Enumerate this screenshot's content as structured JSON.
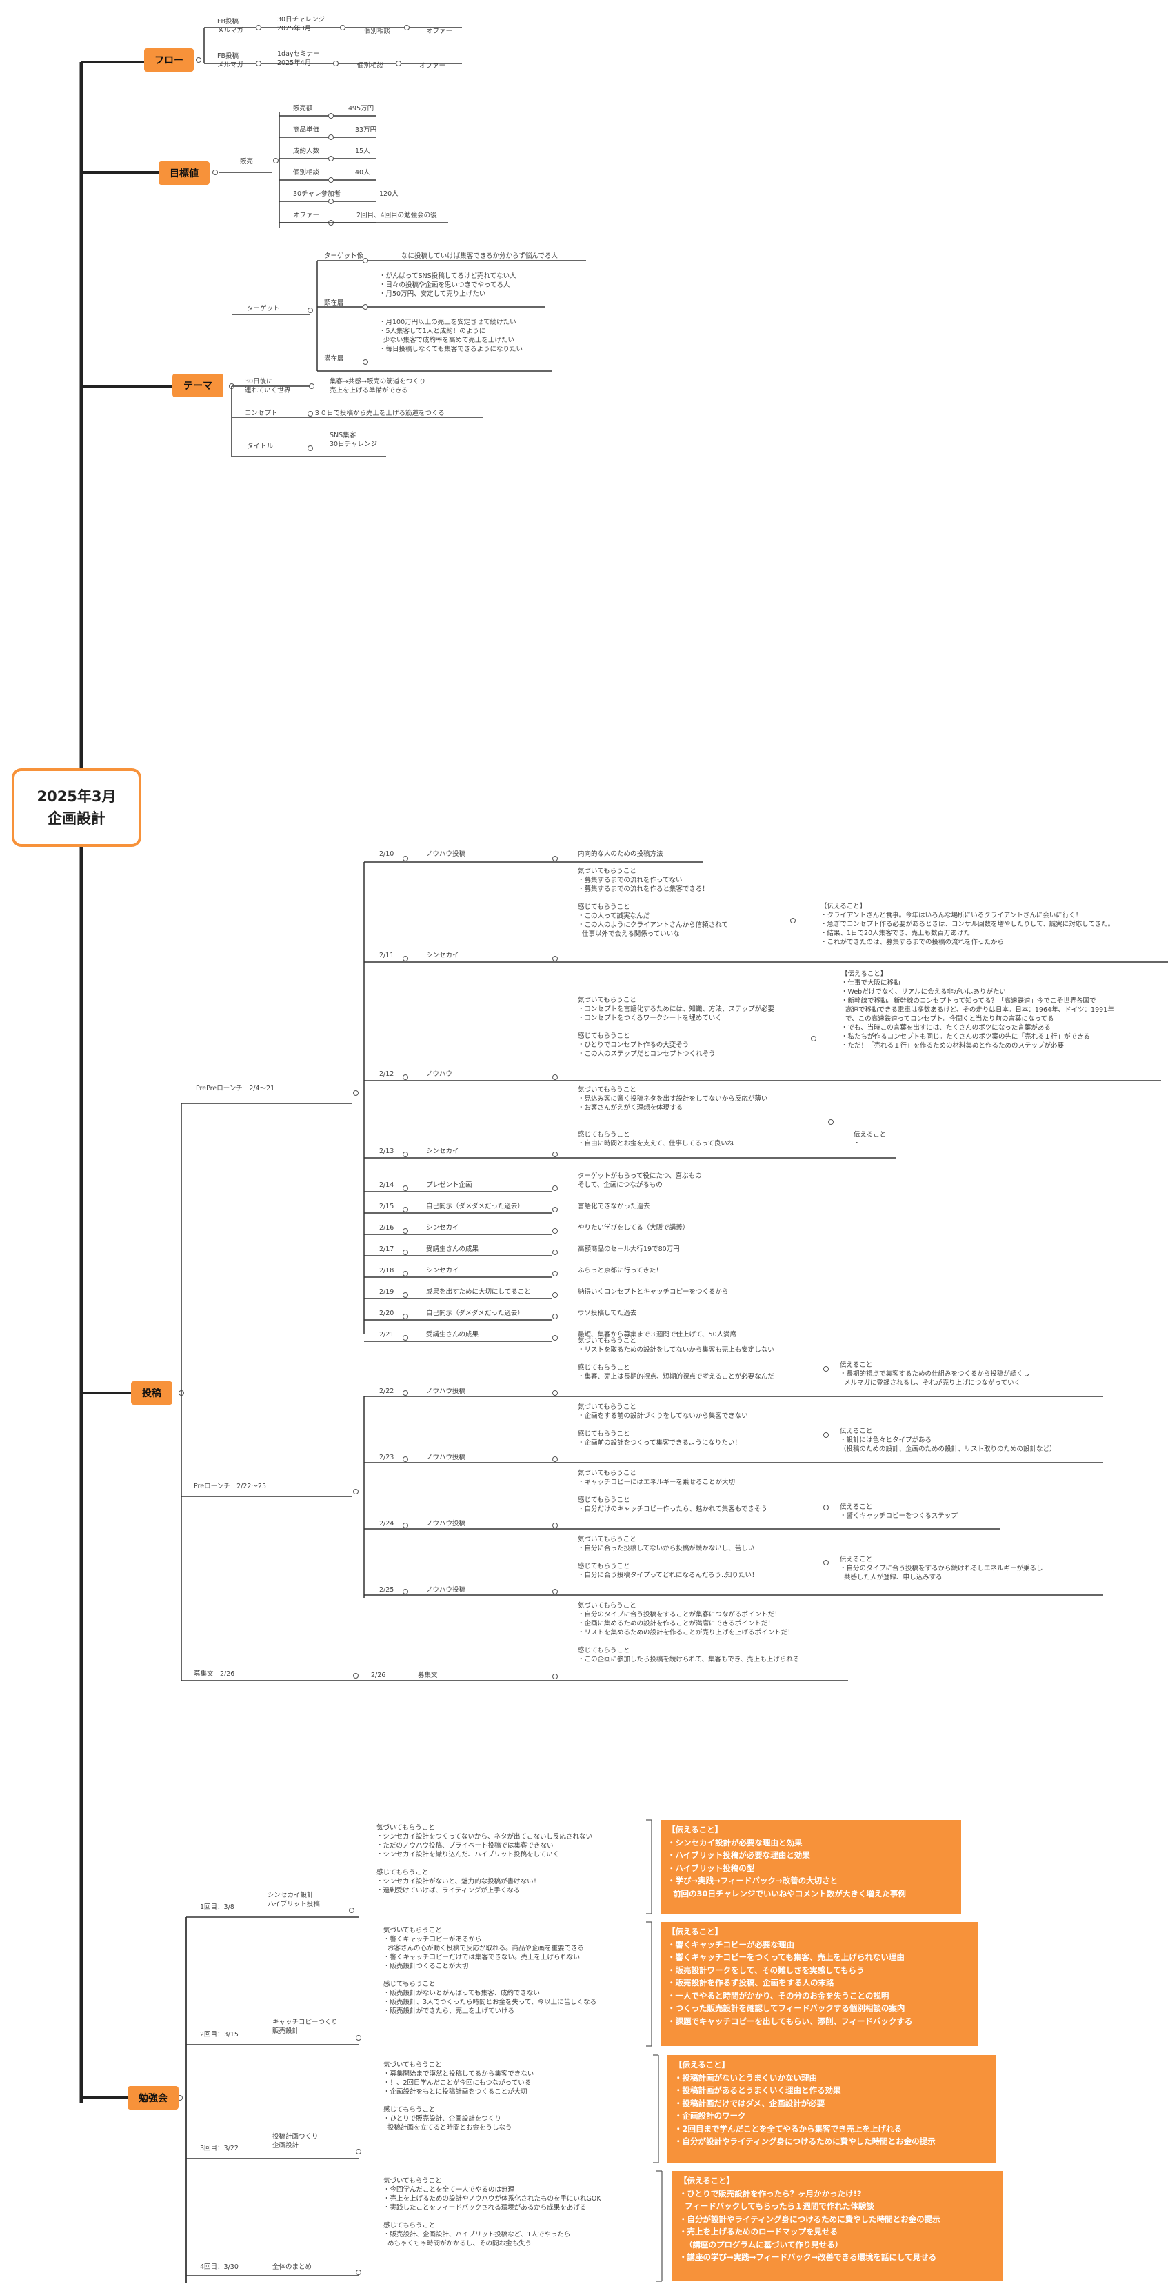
{
  "root": {
    "line1": "2025年3月",
    "line2": "企画設計"
  },
  "topics": {
    "flow": "フロー",
    "goal": "目標値",
    "theme": "テーマ",
    "post": "投稿",
    "study": "勉強会"
  },
  "flow": {
    "r1": {
      "a": "FB投稿\nメルマガ",
      "b": "30日チャレンジ\n2025年3月",
      "c": "個別相談",
      "d": "オファー"
    },
    "r2": {
      "a": "FB投稿\nメルマガ",
      "b": "1dayセミナー\n2025年4月",
      "c": "個別相談",
      "d": "オファー"
    }
  },
  "goal": {
    "sales": "販売",
    "items": [
      {
        "k": "販売額",
        "v": "495万円"
      },
      {
        "k": "商品単価",
        "v": "33万円"
      },
      {
        "k": "成約人数",
        "v": "15人"
      },
      {
        "k": "個別相談",
        "v": "40人"
      },
      {
        "k": "30チャレ参加者",
        "v": "120人"
      },
      {
        "k": "オファー",
        "v": "2回目、4回目の勉強会の後"
      }
    ]
  },
  "theme": {
    "target": "ターゲット",
    "persona": "ターゲット像",
    "persona_text": "なに投稿していけば集客できるか分からず悩んでる人",
    "visible": "顕在層",
    "visible_text": "・がんばってSNS投稿してるけど売れてない人\n・日々の投稿や企画を思いつきでやってる人\n・月50万円、安定して売り上げたい",
    "latent": "潜在層",
    "latent_text": "・月100万円以上の売上を安定させて続けたい\n・5人集客して1人と成約！のように\n  少ない集客で成約率を高めて売上を上げたい\n・毎日投稿しなくても集客できるようになりたい",
    "world": "30日後に\n連れていく世界",
    "world_text": "集客→共感→販売の筋道をつくり\n売上を上げる準備ができる",
    "concept": "コンセプト",
    "concept_text": "３０日で投稿から売上を上げる筋道をつくる",
    "title": "タイトル",
    "title_text": "SNS集客\n30日チャレンジ"
  },
  "post": {
    "prepre": "PrePreローンチ　2/4〜21",
    "pre": "Preローンチ　2/22〜25",
    "recruit": "募集文　2/26",
    "d210": {
      "date": "2/10",
      "type": "ノウハウ投稿",
      "text": "内向的な人のための投稿方法"
    },
    "d211": {
      "date": "2/11",
      "type": "シンセカイ",
      "text": "気づいてもらうこと\n・募集するまでの流れを作ってない\n・募集するまでの流れを作ると集客できる！\n\n感じてもらうこと\n・この人って誠実なんだ\n・この人のようにクライアントさんから信頼されて\n  仕事以外で会える関係っていいな",
      "tell": "【伝えること】\n・クライアントさんと食事。今年はいろんな場所にいるクライアントさんに会いに行く！\n・急ぎでコンセプト作る必要があるときは、コンサル回数を増やしたりして、誠実に対応してきた。\n・結果、1日で20人集客でき、売上も数百万あげた\n・これができたのは、募集するまでの投稿の流れを作ったから"
    },
    "d212": {
      "date": "2/12",
      "type": "ノウハウ",
      "text": "気づいてもらうこと\n・コンセプトを言語化するためには、知識、方法、ステップが必要\n・コンセプトをつくるワークシートを埋めていく\n\n感じてもらうこと\n・ひとりでコンセプト作るの大変そう\n・この人のステップだとコンセプトつくれそう",
      "tell": "【伝えること】\n・仕事で大阪に移動\n・Webだけでなく、リアルに会える非がいはありがたい\n・新幹線で移動。新幹線のコンセプトって知ってる？「高速鉄道」今でこそ世界各国で\n  高速で移動できる電車は多数あるけど、その走りは日本。日本：1964年、ドイツ：1991年\n  で、この高速鉄道ってコンセプト。今聞くと当たり前の言葉になってる\n・でも、当時この言葉を出すには、たくさんのボツになった言葉がある\n・私たちが作るコンセプトも同じ。たくさんのボツ案の先に「売れる１行」ができる\n・ただ！「売れる１行」を作るための材料集めと作るためのステップが必要"
    },
    "d213": {
      "date": "2/13",
      "type": "シンセカイ",
      "text": "気づいてもらうこと\n・見込み客に響く投稿ネタを出す設計をしてないから反応が薄い\n・お客さんがえがく理想を体現する\n\n\n感じてもらうこと\n・自由に時間とお金を支えて、仕事してるって良いね",
      "tell": "伝えること\n・"
    },
    "short": [
      {
        "date": "2/14",
        "type": "プレゼント企画",
        "text": "ターゲットがもらって役にたつ、喜ぶもの\nそして、企画につながるもの"
      },
      {
        "date": "2/15",
        "type": "自己開示（ダメダメだった過去）",
        "text": "言語化できなかった過去"
      },
      {
        "date": "2/16",
        "type": "シンセカイ",
        "text": "やりたい学びをしてる（大阪で講義）"
      },
      {
        "date": "2/17",
        "type": "受講生さんの成果",
        "text": "高額商品のセール大行19で80万円"
      },
      {
        "date": "2/18",
        "type": "シンセカイ",
        "text": "ふらっと京都に行ってきた！"
      },
      {
        "date": "2/19",
        "type": "成果を出すために大切にしてること",
        "text": "納得いくコンセプトとキャッチコピーをつくるから"
      },
      {
        "date": "2/20",
        "type": "自己開示（ダメダメだった過去）",
        "text": "ウソ投稿してた過去"
      },
      {
        "date": "2/21",
        "type": "受講生さんの成果",
        "text": "最短、集客から募集まで３週間で仕上げて、50人満席"
      }
    ],
    "d222": {
      "date": "2/22",
      "type": "ノウハウ投稿",
      "text": "気づいてもらうこと\n・リストを取るための設計をしてないから集客も売上も安定しない\n\n感じてもらうこと\n・集客、売上は長期的視点、短期的視点で考えることが必要なんだ",
      "tell": "伝えること\n・長期的視点で集客するための仕組みをつくるから投稿が続くし\n  メルマガに登録されるし、それが売り上げにつながっていく"
    },
    "d223": {
      "date": "2/23",
      "type": "ノウハウ投稿",
      "text": "気づいてもらうこと\n・企画をする前の設計づくりをしてないから集客できない\n\n感じてもらうこと\n・企画前の設計をつくって集客できるようになりたい！",
      "tell": "伝えること\n・設計には色々とタイプがある\n（投稿のための設計、企画のための設計、リスト取りのための設計など）"
    },
    "d224": {
      "date": "2/24",
      "type": "ノウハウ投稿",
      "text": "気づいてもらうこと\n・キャッチコピーにはエネルギーを乗せることが大切\n\n感じてもらうこと\n・自分だけのキャッチコピー作ったら、魅かれて集客もできそう",
      "tell": "伝えること\n・響くキャッチコピーをつくるステップ"
    },
    "d225": {
      "date": "2/25",
      "type": "ノウハウ投稿",
      "text": "気づいてもらうこと\n・自分に合った投稿してないから投稿が続かないし、苦しい\n\n感じてもらうこと\n・自分に合う投稿タイプってどれになるんだろう..知りたい！",
      "tell": "伝えること\n・自分のタイプに合う投稿をするから続けれるしエネルギーが乗るし\n  共感した人が登録、申し込みする"
    },
    "d226": {
      "date": "2/26",
      "type": "募集文",
      "text": "気づいてもらうこと\n・自分のタイプに合う投稿をすることが集客につながるポイントだ！\n・企画に集めるための設計を作ることが満席にできるポイントだ！\n・リストを集めるための設計を作ることが売り上げを上げるポイントだ！\n\n感じてもらうこと\n・この企画に参加したら投稿を続けられて、集客もでき、売上も上げられる"
    }
  },
  "study": {
    "s1": {
      "label": "1回目：3/8",
      "topic": "シンセカイ設計\nハイブリット投稿",
      "text": "気づいてもらうこと\n・シンセカイ設計をつくってないから、ネタが出てこないし反応されない\n・ただのノウハウ投稿、プライベート投稿では集客できない\n・シンセカイ設計を織り込んだ、ハイブリット投稿をしていく\n\n感じてもらうこと\n・シンセカイ設計がないと、魅力的な投稿が書けない！\n・過剰受けていけば、ライティングが上手くなる",
      "tell": "【伝えること】\n・シンセカイ設計が必要な理由と効果\n・ハイブリット投稿が必要な理由と効果\n・ハイブリット投稿の型\n・学び→実践→フィードバック→改善の大切さと\n  前回の30日チャレンジでいいねやコメント数が大きく増えた事例"
    },
    "s2": {
      "label": "2回目：3/15",
      "topic": "キャッチコピーつくり\n販売設計",
      "text": "気づいてもらうこと\n・響くキャッチコピーがあるから\n  お客さんの心が動く投稿で反応が取れる。商品や企画を重要できる\n・響くキャッチコピーだけでは集客できない。売上を上げられない\n・販売設計つくることが大切\n\n感じてもらうこと\n・販売設計がないとがんばっても集客、成約できない\n・販売設計、3人でつくったら時間とお金を失って、今以上に苦しくなる\n・販売設計ができたら、売上を上げていける",
      "tell": "【伝えること】\n・響くキャッチコピーが必要な理由\n・響くキャッチコピーをつくっても集客、売上を上げられない理由\n・販売設計ワークをして、その難しさを実感してもらう\n・販売設計を作るず投稿、企画をする人の末路\n・一人でやると時間がかかり、その分のお金を失うことの説明\n・つくった販売設計を確認してフィードバックする個別相談の案内\n・課題でキャッチコピーを出してもらい、添削、フィードバックする"
    },
    "s3": {
      "label": "3回目：3/22",
      "topic": "投稿計画つくり\n企画設計",
      "text": "気づいてもらうこと\n・募集開始まで漠然と投稿してるから集客できない\n・！、2回目学んだことが今回にもつながっている\n・企画設計をもとに投稿計画をつくることが大切\n\n感じてもらうこと\n・ひとりで販売設計、企画設計をつくり\n  投稿計画を立てると時間とお金をうしなう",
      "tell": "【伝えること】\n・投稿計画がないとうまくいかない理由\n・投稿計画があるとうまくいく理由と作る効果\n・投稿計画だけではダメ、企画設計が必要\n・企画設計のワーク\n・2回目まで学んだことを全てやるから集客でき売上を上げれる\n・自分が設計やライティング身につけるために費やした時間とお金の提示"
    },
    "s4": {
      "label": "4回目：3/30",
      "topic": "全体のまとめ",
      "text": "気づいてもらうこと\n・今回学んだことを全て一人でやるのは無理\n・売上を上げるための設計やノウハウが体系化されたものを手にいれGOK\n・実践したことをフィードバックされる環境があるから成果をあげる\n\n感じてもらうこと\n・販売設計、企画設計、ハイブリット投稿など、1人でやったら\n  めちゃくちゃ時間がかかるし、その間お金も失う",
      "tell": "【伝えること】\n・ひとりで販売設計を作ったら？ヶ月かかったけ!?\n  フィードバックしてもらったら１週間で作れた体験談\n・自分が設計やライティング身につけるために費やした時間とお金の提示\n・売上を上げるためのロードマップを見せる\n  （講座のプログラムに基づいて作り見せる）\n・講座の学び→実践→フィードバック→改善できる環境を話にして見せる"
    }
  }
}
